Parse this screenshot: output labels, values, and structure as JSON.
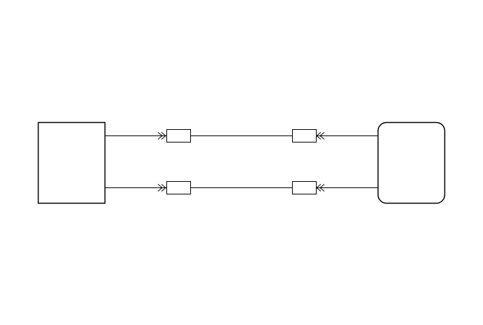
{
  "diagram": {
    "colors": {
      "stroke": "#000000",
      "background": "#ffffff"
    },
    "nodes": [
      {
        "id": "left-block",
        "shape": "rectangle"
      },
      {
        "id": "right-block",
        "shape": "rounded-rectangle"
      }
    ],
    "links": [
      {
        "id": "link-top",
        "from": "left-block",
        "to": "right-block",
        "connectors": [
          "inline-connector",
          "inline-connector"
        ]
      },
      {
        "id": "link-bottom",
        "from": "left-block",
        "to": "right-block",
        "connectors": [
          "inline-connector",
          "inline-connector"
        ]
      }
    ]
  }
}
